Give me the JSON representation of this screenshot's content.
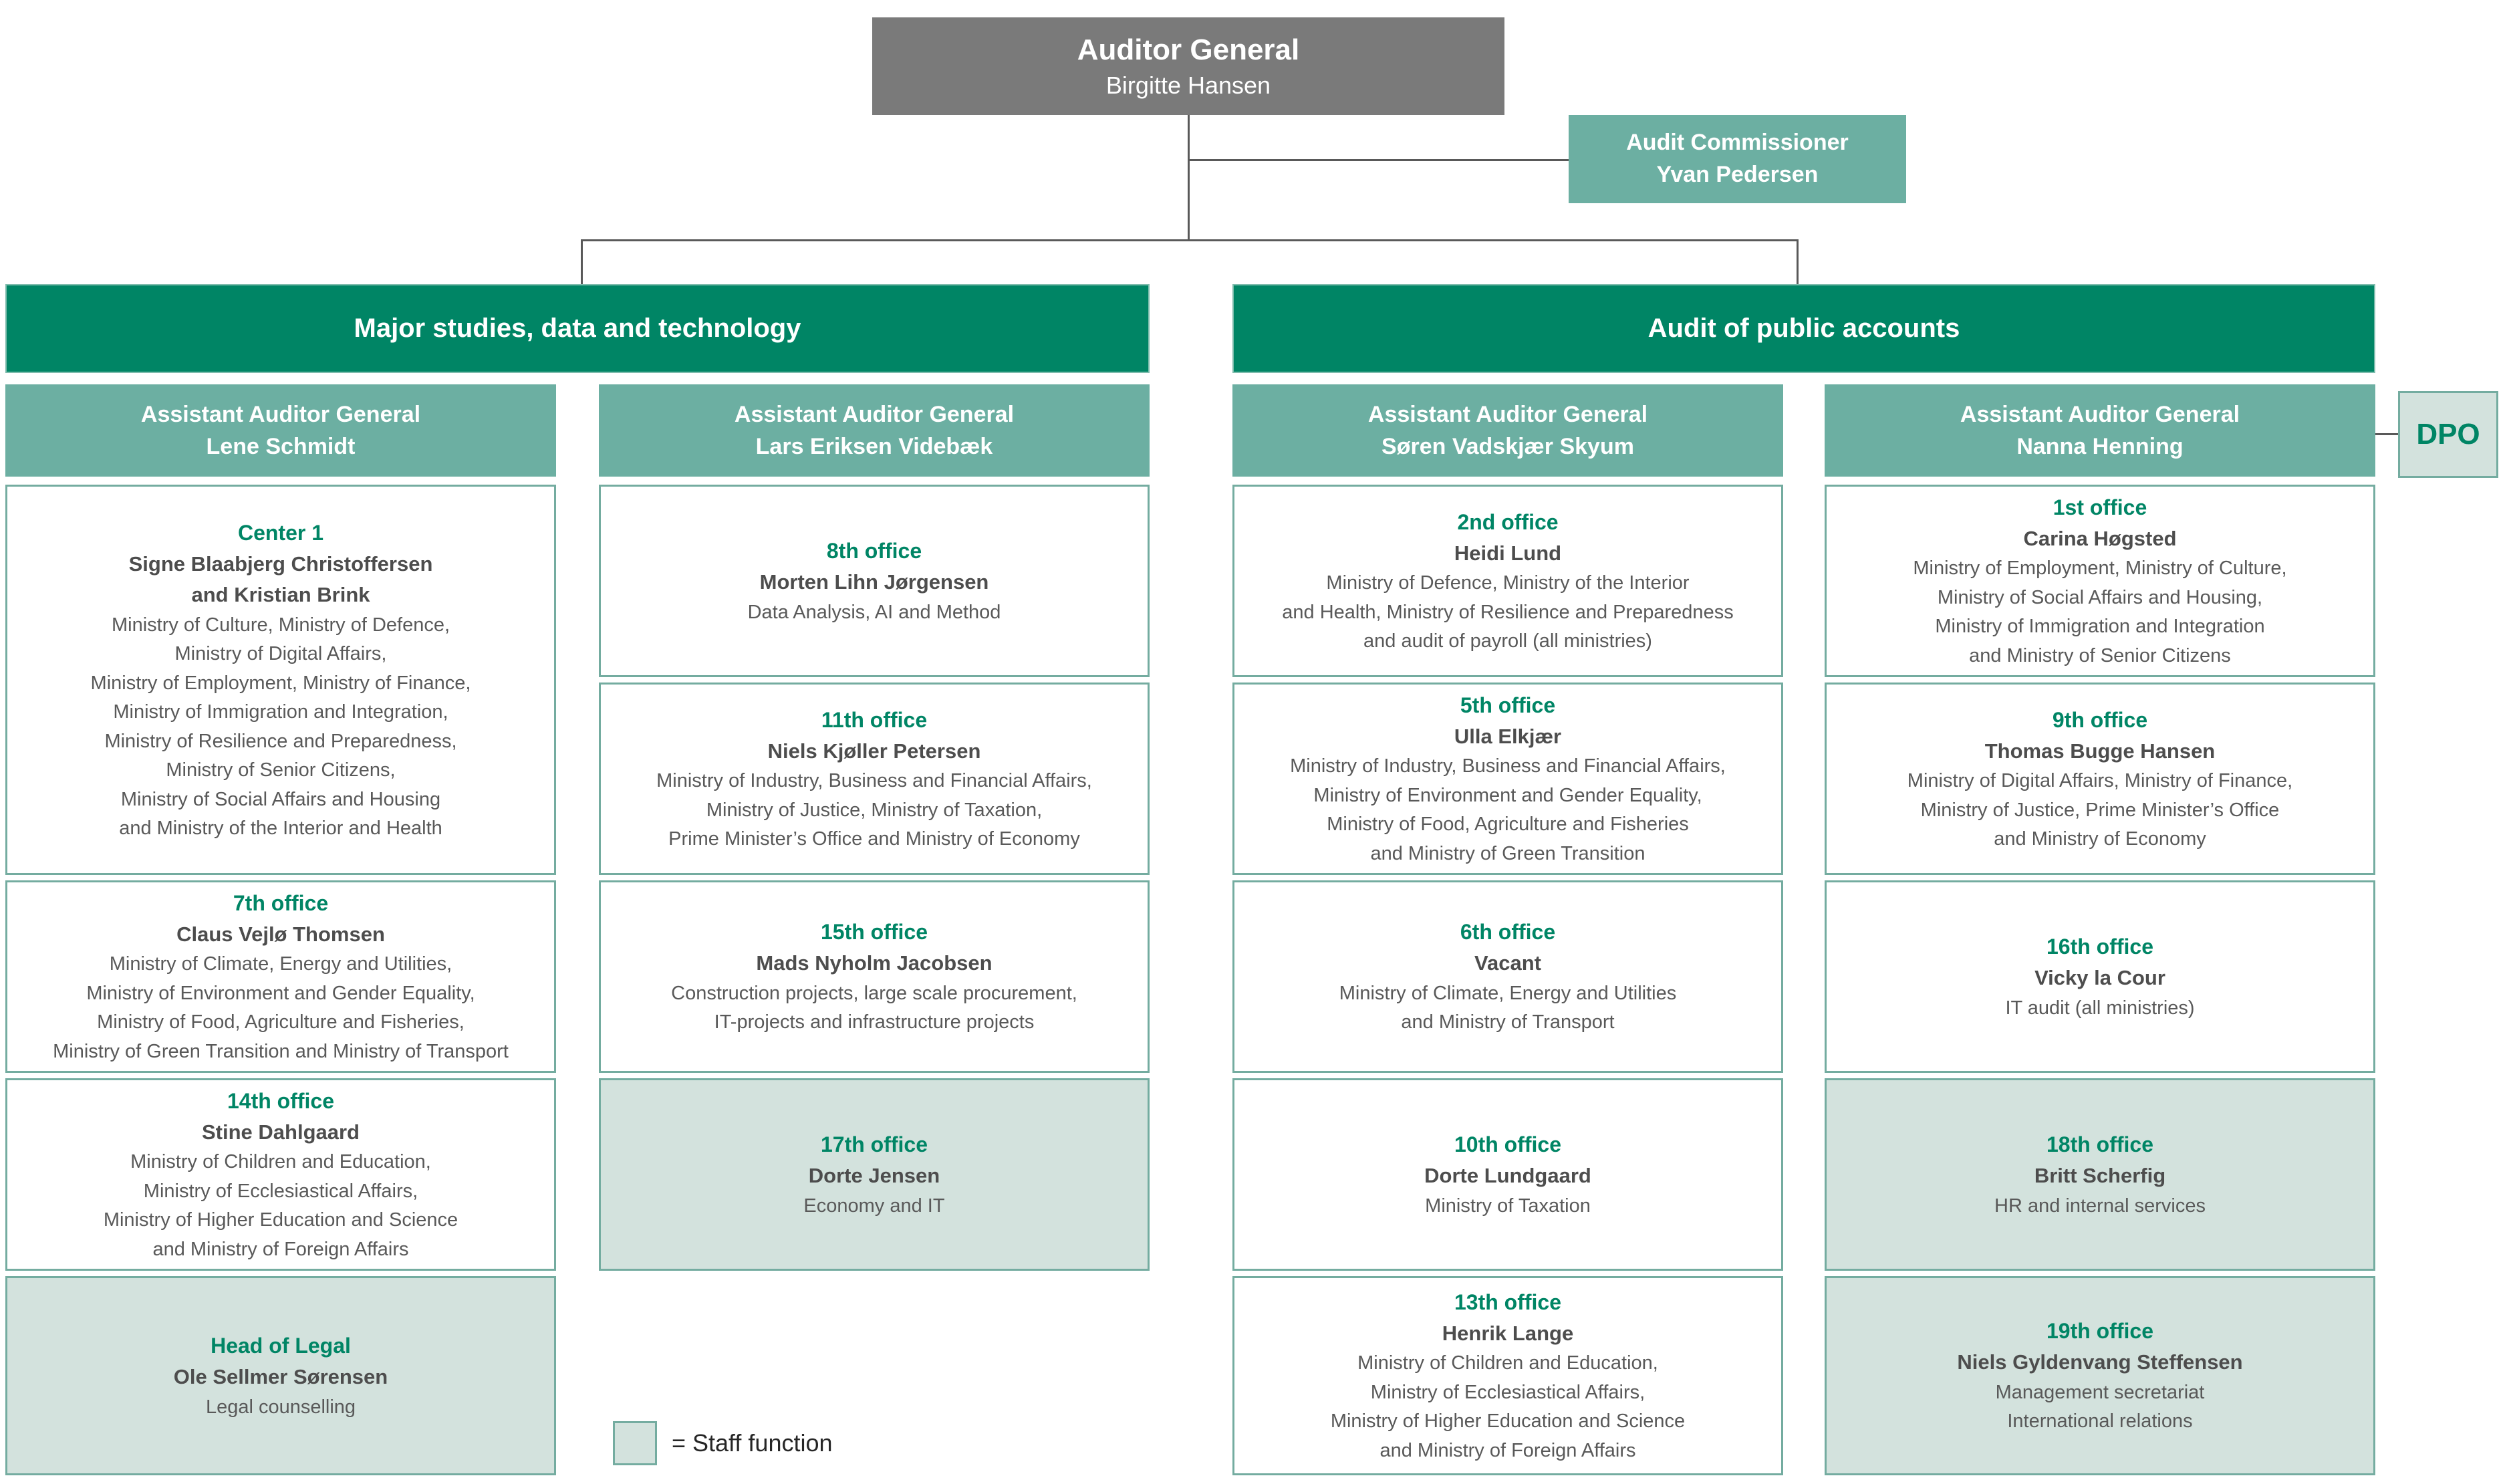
{
  "colors": {
    "brand_green": "#008565",
    "teal": "#6CAFA2",
    "light_green": "#D3E2DD",
    "gray_box": "#7A7A7A",
    "border_teal": "#74ACA0",
    "text_green": "#008565",
    "name_gray": "#4D4D4D",
    "body_gray": "#595959",
    "connector": "#595959"
  },
  "root": {
    "title": "Auditor General",
    "name": "Birgitte Hansen"
  },
  "audit_commissioner": {
    "title": "Audit Commissioner",
    "name": "Yvan Pedersen"
  },
  "dpo_label": "DPO",
  "legend_label": "= Staff function",
  "branches": [
    {
      "label": "Major studies, data and technology",
      "columns": [
        {
          "head_title": "Assistant Auditor General",
          "head_name": "Lene Schmidt",
          "offices": [
            {
              "title": "Center 1",
              "name": "Signe Blaabjerg Christoffersen\nand Kristian Brink",
              "desc": "Ministry of Culture, Ministry of Defence,\nMinistry of Digital Affairs,\nMinistry of Employment, Ministry of Finance,\nMinistry of Immigration and Integration,\nMinistry of Resilience and Preparedness,\nMinistry of Senior Citizens,\nMinistry of Social Affairs and Housing\nand Ministry of the Interior and Health",
              "staff": false
            },
            {
              "title": "7th office",
              "name": "Claus Vejlø Thomsen",
              "desc": "Ministry of Climate, Energy and Utilities,\nMinistry of Environment and Gender Equality,\nMinistry of Food, Agriculture and Fisheries,\nMinistry of Green Transition and Ministry of Transport",
              "staff": false
            },
            {
              "title": "14th office",
              "name": "Stine Dahlgaard",
              "desc": "Ministry of Children and Education,\nMinistry of Ecclesiastical Affairs,\nMinistry of Higher Education and Science\nand Ministry of Foreign Affairs",
              "staff": false
            },
            {
              "title": "Head of Legal",
              "name": "Ole Sellmer Sørensen",
              "desc": "Legal counselling",
              "staff": true
            }
          ]
        },
        {
          "head_title": "Assistant Auditor General",
          "head_name": "Lars Eriksen Videbæk",
          "offices": [
            {
              "title": "8th office",
              "name": "Morten Lihn Jørgensen",
              "desc": "Data Analysis, AI and Method",
              "staff": false
            },
            {
              "title": "11th office",
              "name": "Niels Kjøller Petersen",
              "desc": "Ministry of Industry, Business and Financial Affairs,\nMinistry of Justice, Ministry of Taxation,\nPrime Minister’s Office and Ministry of Economy",
              "staff": false
            },
            {
              "title": "15th office",
              "name": "Mads Nyholm Jacobsen",
              "desc": "Construction projects, large scale procurement,\nIT-projects and infrastructure projects",
              "staff": false
            },
            {
              "title": "17th office",
              "name": "Dorte Jensen",
              "desc": "Economy and IT",
              "staff": true
            }
          ]
        }
      ]
    },
    {
      "label": "Audit of public accounts",
      "columns": [
        {
          "head_title": "Assistant Auditor General",
          "head_name": "Søren Vadskjær Skyum",
          "offices": [
            {
              "title": "2nd office",
              "name": "Heidi Lund",
              "desc": "Ministry of Defence, Ministry of the Interior\nand Health, Ministry of Resilience and Preparedness\nand audit of payroll (all ministries)",
              "staff": false
            },
            {
              "title": "5th office",
              "name": "Ulla Elkjær",
              "desc": "Ministry of Industry, Business and Financial Affairs,\nMinistry of Environment and Gender Equality,\nMinistry of Food, Agriculture and Fisheries\nand Ministry of Green Transition",
              "staff": false
            },
            {
              "title": "6th office",
              "name": "Vacant",
              "desc": "Ministry of Climate, Energy and Utilities\nand Ministry of Transport",
              "staff": false
            },
            {
              "title": "10th office",
              "name": "Dorte Lundgaard",
              "desc": "Ministry of Taxation",
              "staff": false
            },
            {
              "title": "13th office",
              "name": "Henrik Lange",
              "desc": "Ministry of Children and Education,\nMinistry of Ecclesiastical Affairs,\nMinistry of Higher Education and Science\nand Ministry of Foreign Affairs",
              "staff": false
            }
          ]
        },
        {
          "head_title": "Assistant Auditor General",
          "head_name": "Nanna Henning",
          "offices": [
            {
              "title": "1st office",
              "name": "Carina Høgsted",
              "desc": "Ministry of Employment, Ministry of Culture,\nMinistry of Social Affairs and Housing,\nMinistry of Immigration and Integration\nand Ministry of Senior Citizens",
              "staff": false
            },
            {
              "title": "9th office",
              "name": "Thomas Bugge Hansen",
              "desc": "Ministry of Digital Affairs, Ministry of Finance,\nMinistry of Justice, Prime Minister’s Office\nand Ministry of Economy",
              "staff": false
            },
            {
              "title": "16th office",
              "name": "Vicky la Cour",
              "desc": "IT audit (all ministries)",
              "staff": false
            },
            {
              "title": "18th office",
              "name": "Britt Scherfig",
              "desc": "HR and internal services",
              "staff": true
            },
            {
              "title": "19th office",
              "name": "Niels Gyldenvang Steffensen",
              "desc": "Management secretariat\nInternational relations",
              "staff": true
            }
          ]
        }
      ]
    }
  ]
}
